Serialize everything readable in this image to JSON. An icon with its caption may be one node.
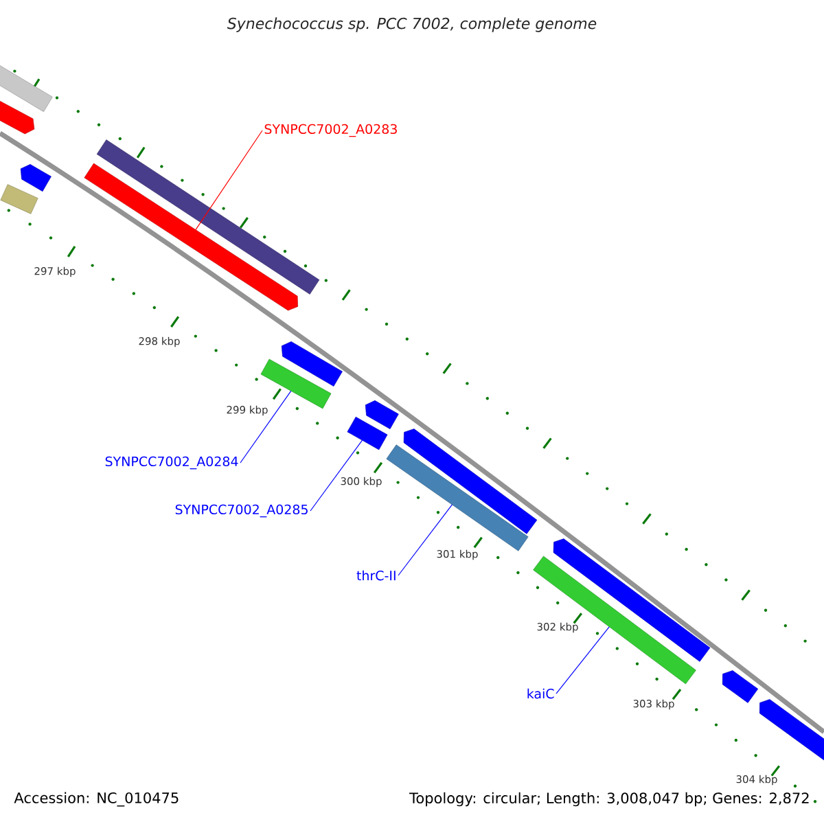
{
  "diagram": {
    "title": "Synechococcus sp. PCC 7002, complete genome",
    "nodes": [
      {
        "text": [
          "SYNPCC7002_A0283"
        ]
      },
      {
        "text": [
          "SYNPCC7002_A0284"
        ]
      },
      {
        "text": [
          "SYNPCC7002_A0285"
        ]
      },
      {
        "text": [
          "thrC-II"
        ]
      },
      {
        "text": [
          "kaiC"
        ]
      },
      {
        "text": [],
        "shape": "bar"
      },
      {
        "text": [],
        "shape": "bar"
      },
      {
        "text": [],
        "shape": "bar"
      },
      {
        "text": [],
        "shape": "bar"
      },
      {
        "text": [],
        "shape": "bar"
      },
      {
        "text": [],
        "shape": "bar"
      },
      {
        "text": [],
        "shape": "bar"
      },
      {
        "text": [],
        "shape": "bar"
      },
      {
        "text": [],
        "shape": "bar"
      },
      {
        "text": [],
        "shape": "bar"
      },
      {
        "text": [],
        "shape": "bar"
      },
      {
        "text": [],
        "shape": "bar"
      },
      {
        "text": [],
        "shape": "bar"
      },
      {
        "text": [],
        "shape": "bar"
      },
      {
        "text": [],
        "shape": "bar"
      },
      {
        "text": [],
        "shape": "bar"
      }
    ],
    "edges": [
      {
        "from": 0,
        "to": 9,
        "arrow": "none",
        "color": "#ff0000"
      },
      {
        "from": 1,
        "to": 11,
        "arrow": "none"
      },
      {
        "from": 2,
        "to": 13,
        "arrow": "none"
      },
      {
        "from": 3,
        "to": 15,
        "arrow": "none"
      },
      {
        "from": 4,
        "to": 17,
        "arrow": "none"
      }
    ],
    "labels": [
      "297 kbp",
      "298 kbp",
      "299 kbp",
      "300 kbp",
      "301 kbp",
      "302 kbp",
      "303 kbp",
      "304 kbp",
      "Accession: NC_010475",
      "Topology: circular; Length: 3,008,047 bp; Genes: 2,872"
    ]
  }
}
